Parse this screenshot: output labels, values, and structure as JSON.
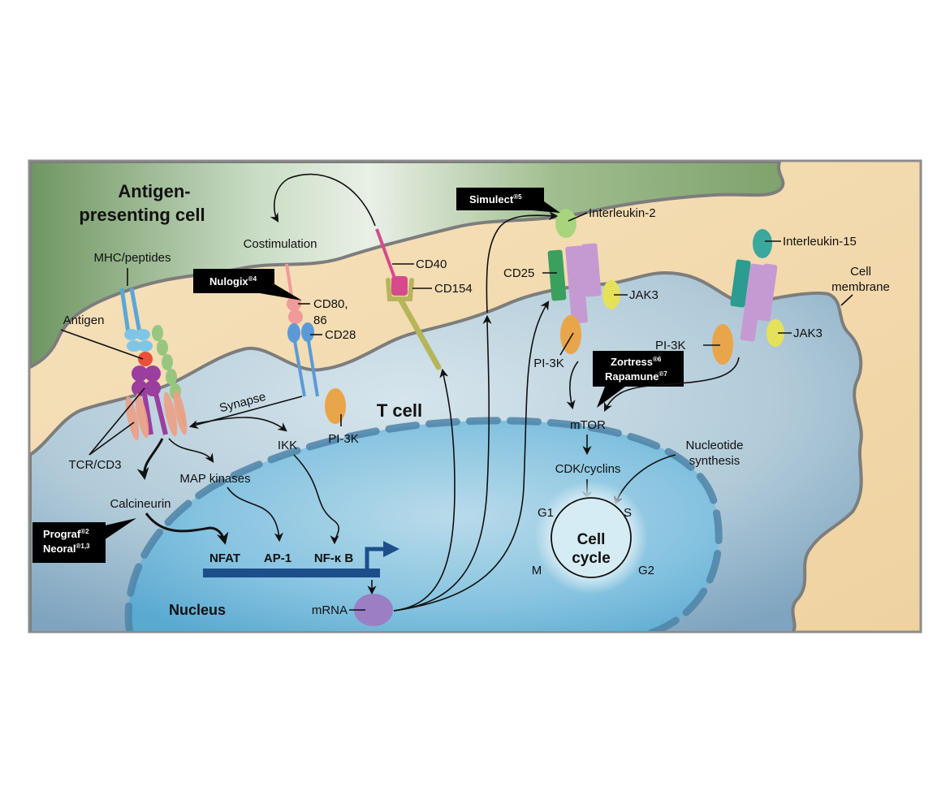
{
  "figure": {
    "title_apc": [
      "Antigen-",
      "presenting cell"
    ],
    "title_tcell": "T cell",
    "title_nucleus": "Nucleus"
  },
  "labels": {
    "mhc": "MHC/peptides",
    "antigen": "Antigen",
    "costimulation": "Costimulation",
    "cd80": "CD80,",
    "cd80b": "86",
    "cd28": "CD28",
    "cd40": "CD40",
    "cd154": "CD154",
    "il2": "Interleukin-2",
    "cd25": "CD25",
    "jak3_a": "JAK3",
    "jak3_b": "JAK3",
    "il15": "Interleukin-15",
    "membrane": [
      "Cell",
      "membrane"
    ],
    "pi3k_a": "PI-3K",
    "pi3k_b": "PI-3K",
    "pi3k_c": "PI-3K",
    "synapse": "Synapse",
    "tcr": "TCR/CD3",
    "ikk": "IKK",
    "map": "MAP kinases",
    "calcineurin": "Calcineurin",
    "nfat": "NFAT",
    "ap1": "AP-1",
    "nfkb": "NF-κ B",
    "mrna": "mRNA",
    "mtor": "mTOR",
    "cdk": "CDK/cyclins",
    "nucleotide": [
      "Nucleotide",
      "synthesis"
    ],
    "cycle": [
      "Cell",
      "cycle"
    ],
    "g1": "G1",
    "s": "S",
    "g2": "G2",
    "m": "M"
  },
  "drugs": {
    "nulogix": {
      "name": "Nulogix",
      "sup": "®4"
    },
    "simulect": {
      "name": "Simulect",
      "sup": "®5"
    },
    "zortress": {
      "name": "Zortress",
      "sup": "®6"
    },
    "rapamune": {
      "name": "Rapamune",
      "sup": "®7"
    },
    "prograf": {
      "name": "Prograf",
      "sup": "®2"
    },
    "neoral": {
      "name": "Neoral",
      "sup": "®1,3"
    }
  },
  "colors": {
    "apc_green": "#7fa36e",
    "tcell_tan": "#f3d9a9",
    "cytoplasm_blue": "#b7cfdb",
    "nucleus_blue": "#6fb4d6",
    "membrane_gray": "#7d7d7d",
    "dna_blue": "#1c4f8a",
    "callout_black": "#000000"
  }
}
